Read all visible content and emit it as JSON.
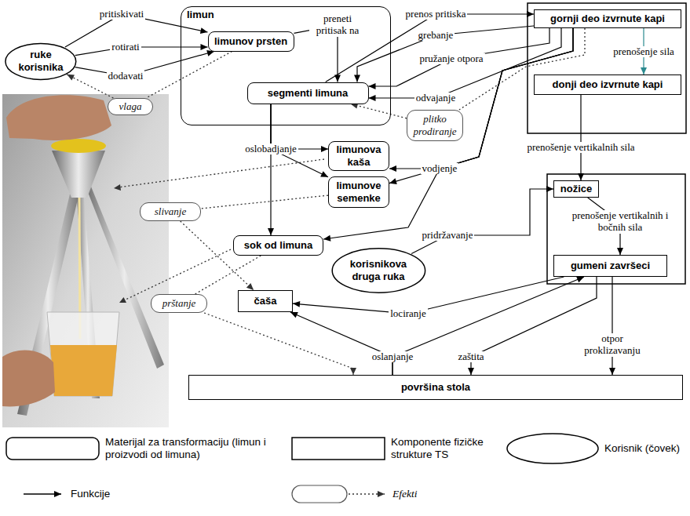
{
  "diagram": {
    "nodes": [
      {
        "text": [
          "ruke korisnika"
        ]
      },
      {
        "text": [
          "limun"
        ]
      },
      {
        "text": [
          "limunov prsten"
        ],
        "in": 1
      },
      {
        "text": [
          "segmenti limuna"
        ],
        "in": 1
      },
      {
        "text": [
          "vlaga"
        ]
      },
      {
        "text": [
          "gornji deo izvrnute kapi"
        ]
      },
      {
        "text": [
          "donji deo izvrnute kapi"
        ]
      },
      {
        "text": [
          "plitko prodiranje"
        ]
      },
      {
        "text": [
          "limunova kaša"
        ]
      },
      {
        "text": [
          "limunove semenke"
        ]
      },
      {
        "text": [
          "slivanje"
        ]
      },
      {
        "text": [
          "sok od limuna"
        ]
      },
      {
        "text": [
          "korisnikova druga ruka"
        ]
      },
      {
        "text": [
          "nožice"
        ]
      },
      {
        "text": [
          "gumeni završeci"
        ]
      },
      {
        "text": [
          "prštanje"
        ]
      },
      {
        "text": [
          "čaša"
        ]
      },
      {
        "text": [
          "površina stola"
        ]
      }
    ],
    "edges": [
      {
        "from": 0,
        "to": 2,
        "label": "pritiskivati",
        "arrow": "to"
      },
      {
        "from": 0,
        "to": 2,
        "label": "rotirati",
        "arrow": "to"
      },
      {
        "from": 0,
        "to": 2,
        "label": "dodavati",
        "arrow": "to"
      },
      {
        "from": 2,
        "to": 4,
        "arrow": "none"
      },
      {
        "from": 4,
        "to": 0,
        "arrow": "to"
      },
      {
        "from": 2,
        "to": 3,
        "label": "preneti pritisak na",
        "arrow": "to"
      },
      {
        "from": 3,
        "to": 5,
        "label": "prenos pritiska",
        "arrow": "to"
      },
      {
        "from": 5,
        "to": 3,
        "label": "grebanje",
        "arrow": "to"
      },
      {
        "from": 5,
        "to": 3,
        "label": "pružanje otpora",
        "arrow": "to"
      },
      {
        "from": 5,
        "to": 3,
        "label": "odvajanje",
        "arrow": "to"
      },
      {
        "from": 5,
        "to": 6,
        "label": "prenošenje sila",
        "arrow": "to"
      },
      {
        "from": 5,
        "to": 7,
        "arrow": "none"
      },
      {
        "from": 7,
        "to": 3,
        "arrow": "to"
      },
      {
        "from": 3,
        "to": 8,
        "label": "oslobadjanje",
        "arrow": "to"
      },
      {
        "from": 3,
        "to": 9,
        "arrow": "to"
      },
      {
        "from": 3,
        "to": 11,
        "arrow": "to"
      },
      {
        "from": 5,
        "to": 8,
        "label": "vodjenje",
        "arrow": "to"
      },
      {
        "from": 5,
        "to": 9,
        "arrow": "to"
      },
      {
        "from": 5,
        "to": 11,
        "arrow": "to"
      },
      {
        "from": 6,
        "to": 13,
        "label": "prenošenje vertikalnih sila",
        "arrow": "to"
      },
      {
        "from": 13,
        "to": 14,
        "label": "prenošenje vertikalnih i bočnih sila",
        "arrow": "to"
      },
      {
        "from": 12,
        "to": 13,
        "label": "pridržavanje",
        "arrow": "to"
      },
      {
        "from": 14,
        "to": 16,
        "label": "lociranje",
        "arrow": "to"
      },
      {
        "from": 17,
        "to": 16,
        "label": "oslanjanje",
        "arrow": "to"
      },
      {
        "from": 17,
        "to": 14,
        "arrow": "to"
      },
      {
        "from": 14,
        "to": 17,
        "label": "zaštita",
        "arrow": "to"
      },
      {
        "from": 14,
        "to": 17,
        "label": "otpor proklizavanju",
        "arrow": "to"
      },
      {
        "from": 9,
        "to": 10,
        "arrow": "none"
      },
      {
        "from": 10,
        "to": 16,
        "arrow": "to"
      },
      {
        "from": 11,
        "to": 15,
        "arrow": "none"
      },
      {
        "from": 15,
        "to": 17,
        "arrow": "to"
      }
    ],
    "legend": [
      {
        "text": "Materijal za transformaciju (limun i proizvodi od limuna)"
      },
      {
        "text": "Komponente fizičke strukture TS"
      },
      {
        "text": "Korisnik (čovek)"
      },
      {
        "text": "Funkcije"
      },
      {
        "text": "Efekti"
      }
    ]
  }
}
